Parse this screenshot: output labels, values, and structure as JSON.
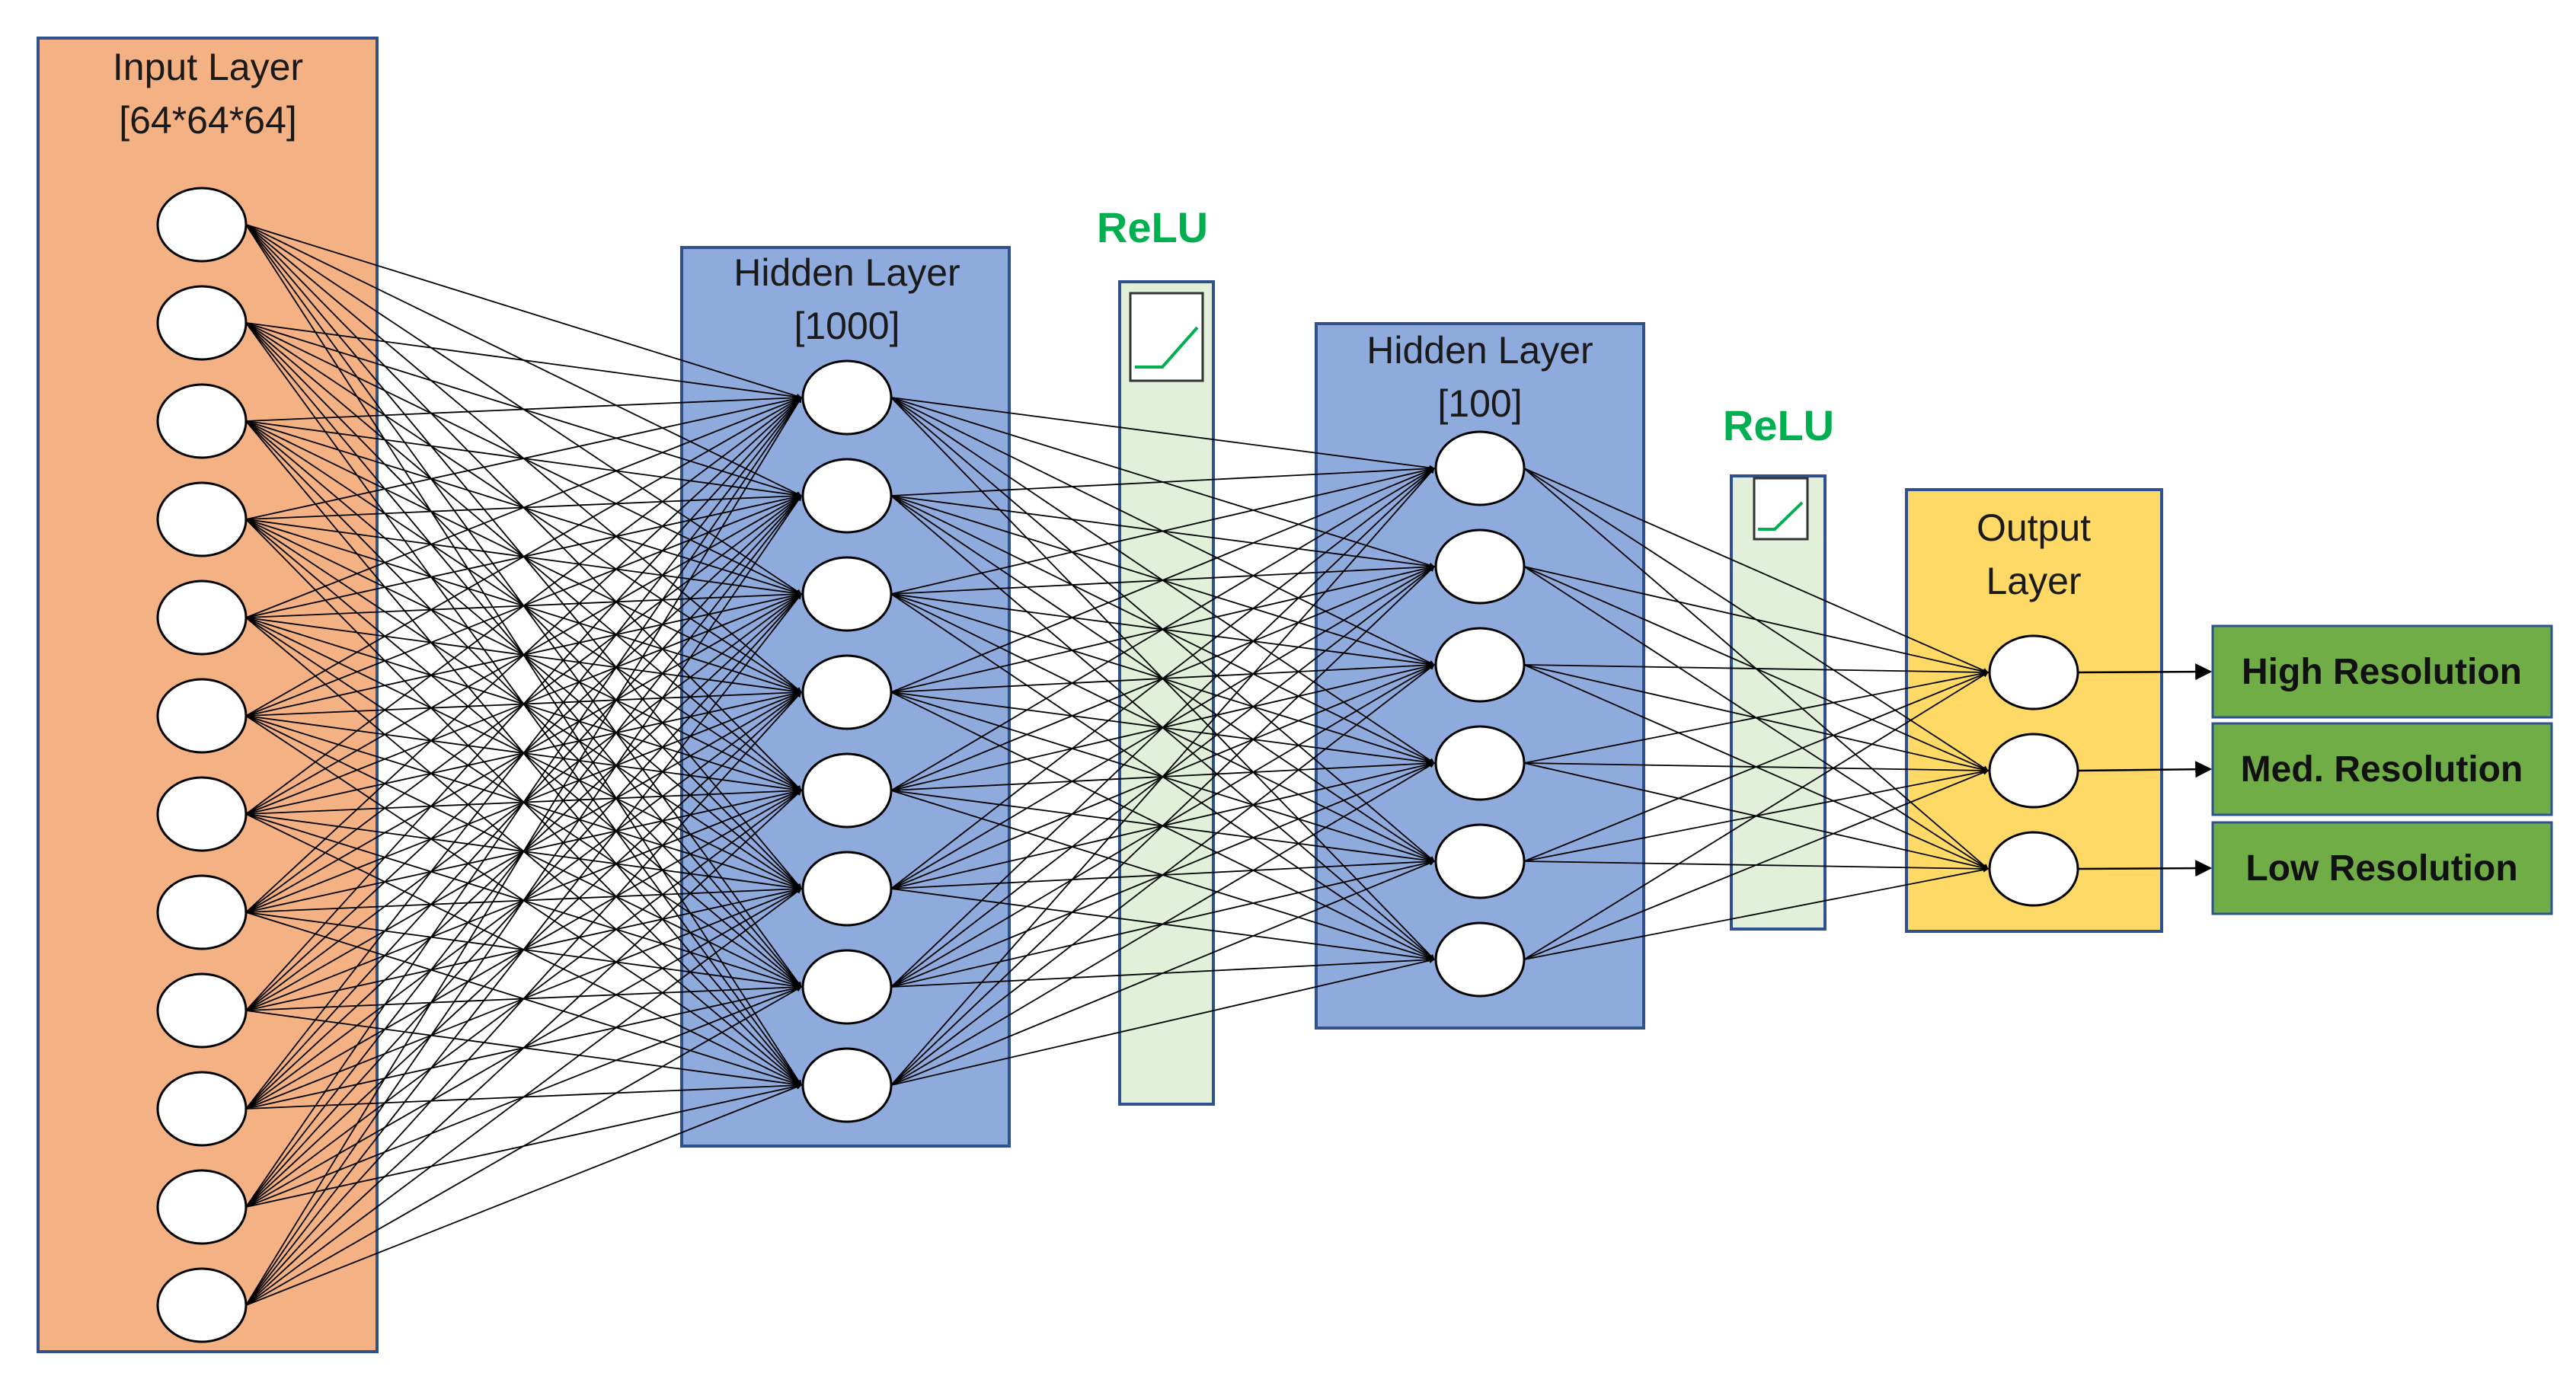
{
  "diagram": {
    "input_layer": {
      "title": "Input Layer",
      "size_label": "[64*64*64]",
      "node_count": 12,
      "color": "#f4b183"
    },
    "hidden_layer_1": {
      "title": "Hidden Layer",
      "size_label": "[1000]",
      "node_count": 8,
      "color": "#8faadc"
    },
    "relu_1": {
      "label": "ReLU",
      "color": "#e2f0d9"
    },
    "hidden_layer_2": {
      "title": "Hidden Layer",
      "size_label": "[100]",
      "node_count": 6,
      "color": "#8faadc"
    },
    "relu_2": {
      "label": "ReLU",
      "color": "#e2f0d9"
    },
    "output_layer": {
      "title_line1": "Output",
      "title_line2": "Layer",
      "node_count": 3,
      "color": "#ffd966"
    },
    "outputs": [
      {
        "label": "High Resolution"
      },
      {
        "label": "Med. Resolution"
      },
      {
        "label": "Low Resolution"
      }
    ],
    "output_box_color": "#70ad47",
    "relu_text_color": "#00b050",
    "edge_color": "#000000",
    "box_border_color": "#2f528f"
  }
}
